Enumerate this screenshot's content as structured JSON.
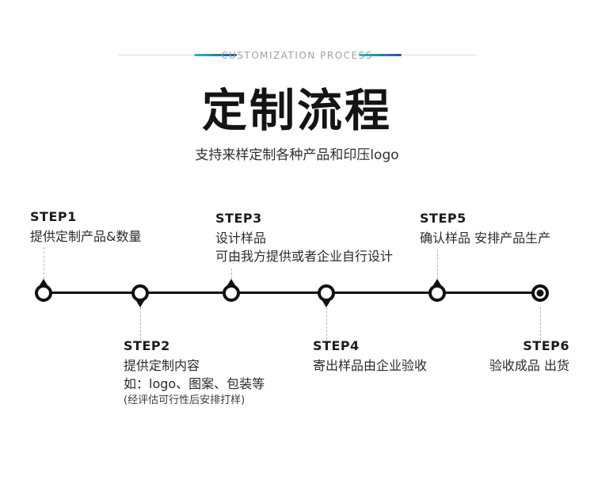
{
  "header": {
    "label": "CUSTOMIZATION PROCESS"
  },
  "title": "定制流程",
  "subtitle": "支持来样定制各种产品和印压logo",
  "colors": {
    "accent_teal": "#35b5c1",
    "accent_blue": "#2a4fa0",
    "header_text": "#9aa2ac",
    "gray_line": "#d9dde1",
    "dashed": "#b5b5b5"
  },
  "steps": [
    {
      "id": "STEP1",
      "position": "top",
      "lines": [
        "提供定制产品&数量"
      ]
    },
    {
      "id": "STEP2",
      "position": "bottom",
      "lines": [
        "提供定制内容",
        "如：logo、图案、包装等",
        "(经评估可行性后安排打样)"
      ]
    },
    {
      "id": "STEP3",
      "position": "top",
      "lines": [
        "设计样品",
        "可由我方提供或者企业自行设计"
      ]
    },
    {
      "id": "STEP4",
      "position": "bottom",
      "lines": [
        "寄出样品由企业验收"
      ]
    },
    {
      "id": "STEP5",
      "position": "top",
      "lines": [
        "确认样品 安排产品生产"
      ]
    },
    {
      "id": "STEP6",
      "position": "bottom",
      "lines": [
        "验收成品 出货"
      ]
    }
  ]
}
